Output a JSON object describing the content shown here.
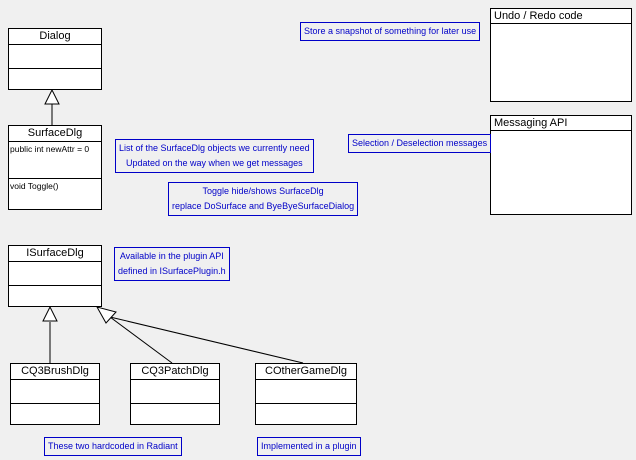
{
  "colors": {
    "background": "#f0f0f0",
    "class_fill": "#ffffff",
    "class_border": "#000000",
    "note_blue": "#0000c8"
  },
  "classes": {
    "dialog": {
      "name": "Dialog",
      "attributes": "",
      "methods": ""
    },
    "surface_dlg": {
      "name": "SurfaceDlg",
      "attributes": "public int newAttr = 0",
      "methods": "void Toggle()"
    },
    "isurface_dlg": {
      "name": "ISurfaceDlg",
      "attributes": "",
      "methods": ""
    },
    "cq3_brush_dlg": {
      "name": "CQ3BrushDlg",
      "attributes": "",
      "methods": ""
    },
    "cq3_patch_dlg": {
      "name": "CQ3PatchDlg",
      "attributes": "",
      "methods": ""
    },
    "cother_game_dlg": {
      "name": "COtherGameDlg",
      "attributes": "",
      "methods": ""
    }
  },
  "packages": {
    "undo_redo": {
      "name": "Undo / Redo code"
    },
    "messaging": {
      "name": "Messaging API"
    }
  },
  "notes": {
    "snapshot": {
      "line1": "Store a snapshot of something for later use"
    },
    "list_updated": {
      "line1": "List of the SurfaceDlg objects we currently need",
      "line2": "Updated on the way when we get messages"
    },
    "toggle": {
      "line1": "Toggle hide/shows SurfaceDlg",
      "line2": "replace DoSurface and ByeByeSurfaceDialog"
    },
    "selection": {
      "line1": "Selection / Deselection messages"
    },
    "plugin_api": {
      "line1": "Available in the plugin API",
      "line2": "defined in ISurfacePlugin.h"
    },
    "hardcoded": {
      "line1": "These two hardcoded in Radiant"
    },
    "implemented": {
      "line1": "Implemented in a plugin"
    }
  }
}
